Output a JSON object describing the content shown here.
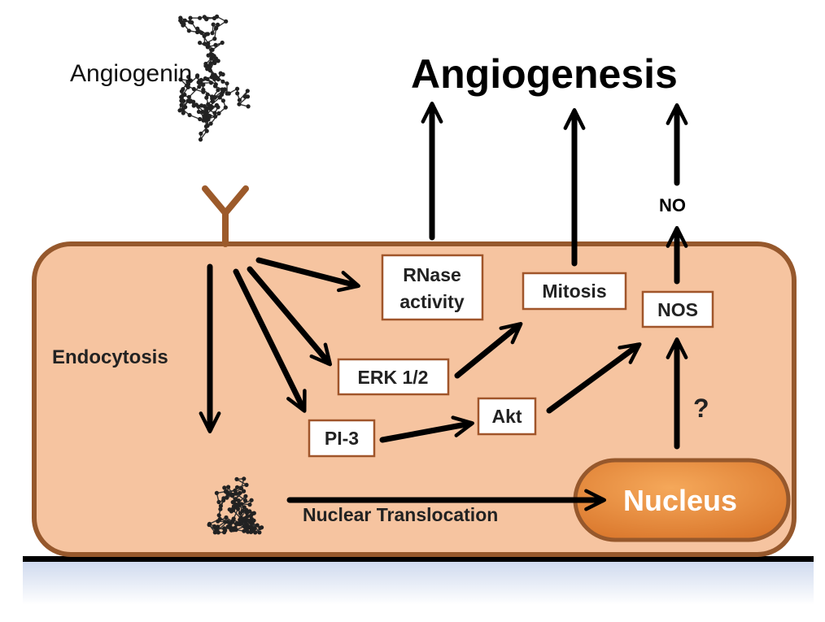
{
  "title": "Angiogenesis",
  "ligand_label": "Angiogenin",
  "labels": {
    "endocytosis": "Endocytosis",
    "nuclear_translocation": "Nuclear Translocation",
    "no": "NO",
    "question": "?"
  },
  "boxes": {
    "rnase_line1": "RNase",
    "rnase_line2": "activity",
    "mitosis": "Mitosis",
    "nos": "NOS",
    "erk": "ERK 1/2",
    "akt": "Akt",
    "pi3": "PI-3",
    "nucleus": "Nucleus"
  },
  "colors": {
    "cell_fill": "#f6c4a0",
    "cell_border": "#96582c",
    "receptor": "#9c5a2a",
    "box_border": "#a0552a",
    "nucleus_fill": "#e68a3c",
    "substrate_top": "#c9d5ec",
    "arrow": "#000000"
  }
}
